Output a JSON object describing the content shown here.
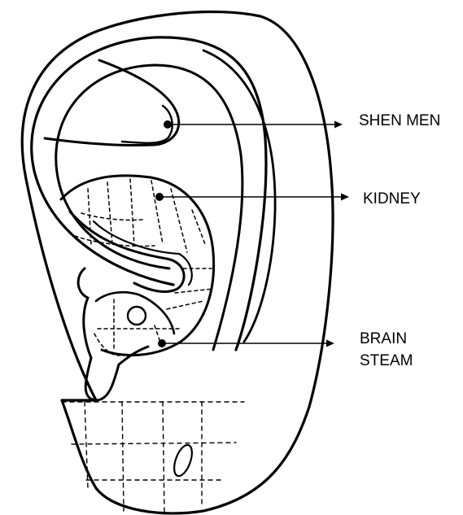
{
  "labels": {
    "shen_men": "SHEN MEN",
    "kidney": "KIDNEY",
    "brain_steam": [
      "BRAIN",
      "STEAM"
    ]
  },
  "colors": {
    "ink": "#000000",
    "background": "#ffffff"
  }
}
